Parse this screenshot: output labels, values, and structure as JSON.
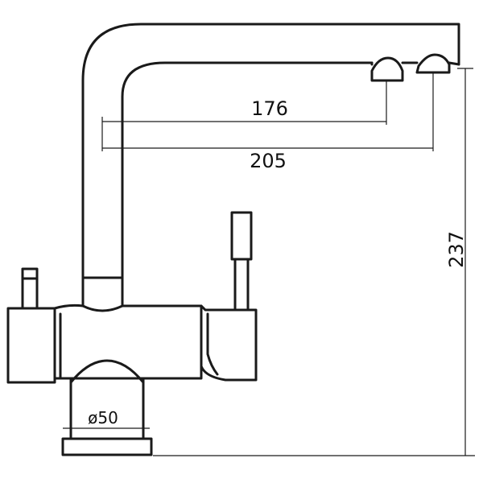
{
  "dimensions": {
    "inner_reach": "176",
    "outer_reach": "205",
    "height": "237",
    "base_diameter": "ø50"
  },
  "colors": {
    "line": "#1a1a1a",
    "background": "#ffffff"
  }
}
